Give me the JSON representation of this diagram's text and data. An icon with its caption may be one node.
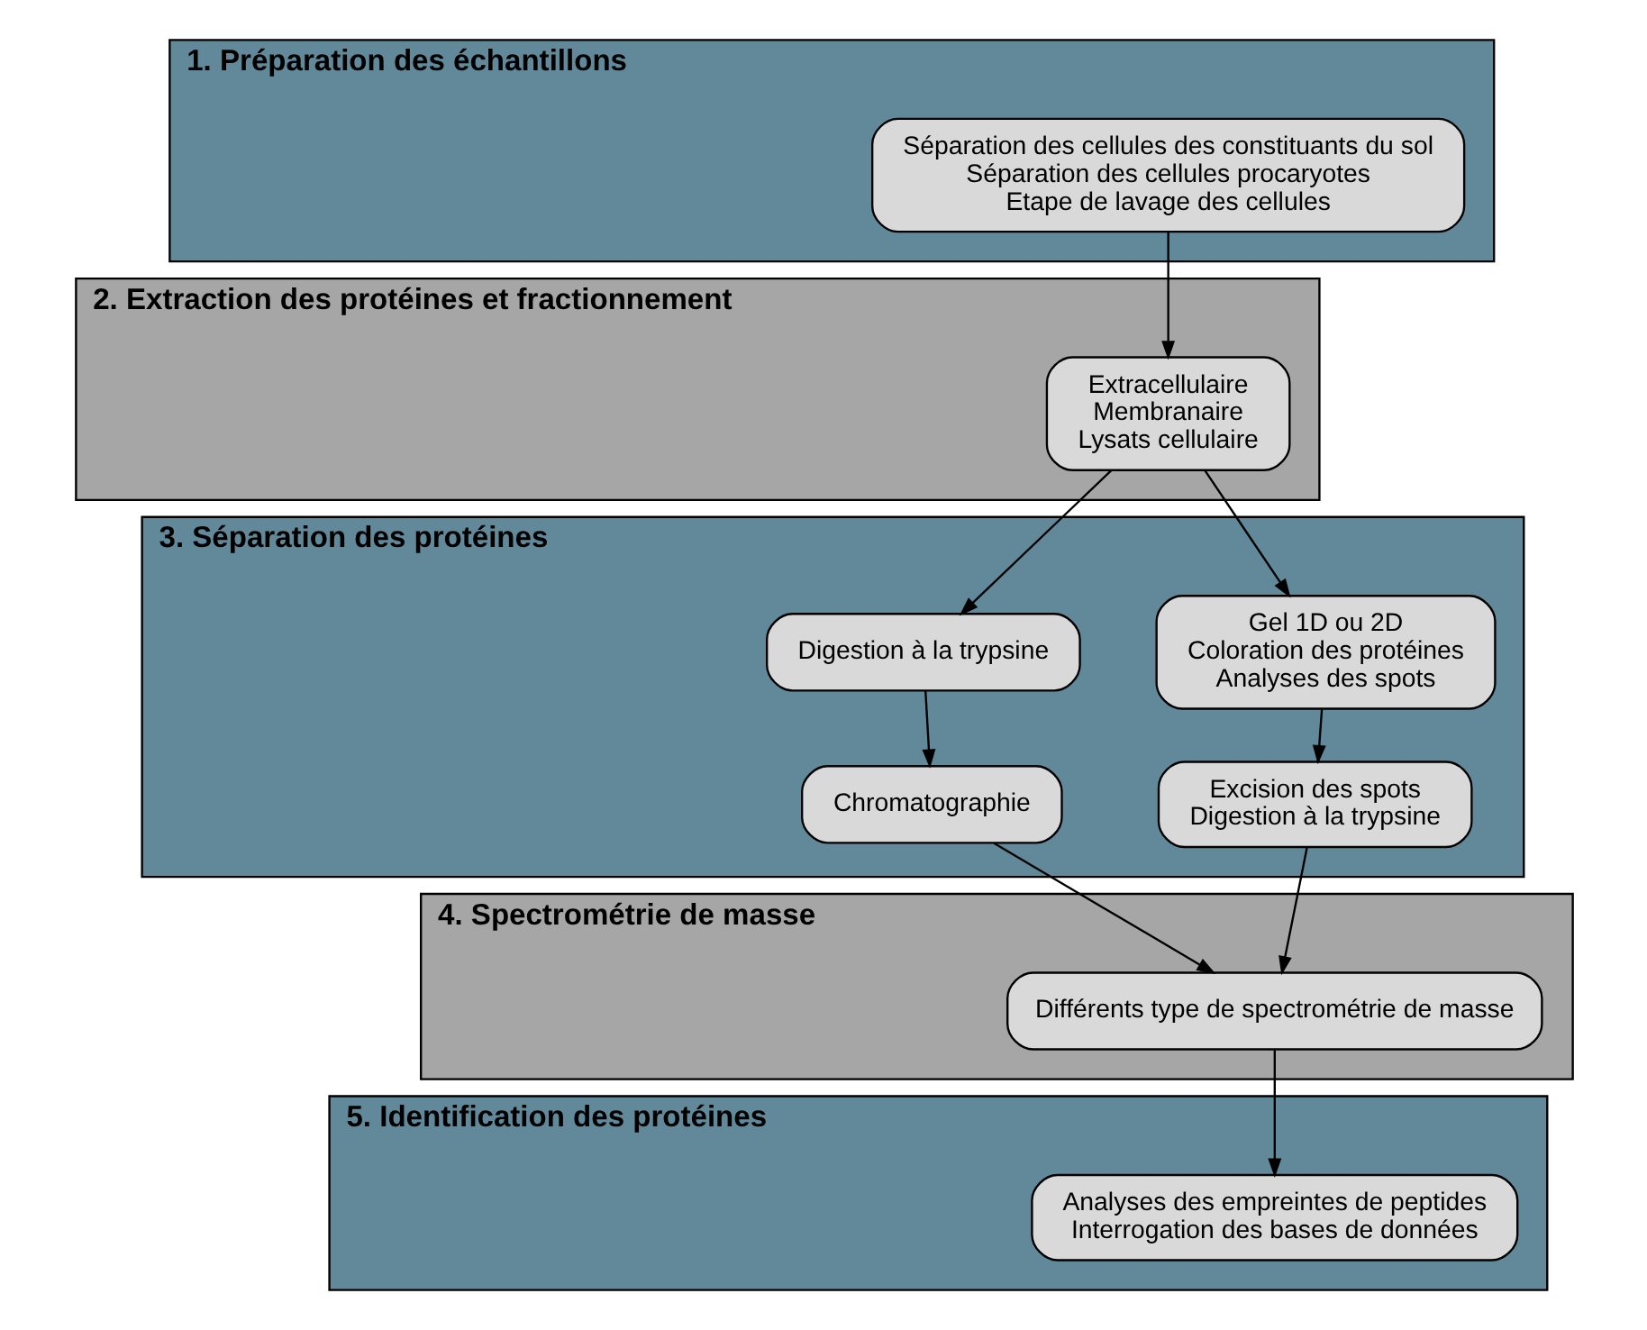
{
  "diagram": {
    "nodes": [
      {
        "text": [
          "1. Préparation des échantillons"
        ]
      },
      {
        "text": [
          "Séparation des cellules des constituants du sol",
          "Séparation des cellules procaryotes",
          "Etape de lavage des cellules"
        ],
        "in": 0
      },
      {
        "text": [
          "2. Extraction des protéines et fractionnement"
        ]
      },
      {
        "text": [
          "Extracellulaire",
          "Membranaire",
          "Lysats cellulaire"
        ],
        "in": 2
      },
      {
        "text": [
          "3. Séparation des protéines"
        ]
      },
      {
        "text": [
          "Gel 1D ou 2D",
          "Coloration des protéines",
          "Analyses des spots"
        ],
        "in": 4
      },
      {
        "text": [
          "Digestion à la trypsine"
        ],
        "in": 4
      },
      {
        "text": [
          "Excision des spots",
          "Digestion à la trypsine"
        ],
        "in": 4
      },
      {
        "text": [
          "Chromatographie"
        ],
        "in": 4
      },
      {
        "text": [
          "4. Spectrométrie de masse"
        ]
      },
      {
        "text": [
          "Différents type de spectrométrie de masse"
        ],
        "in": 9
      },
      {
        "text": [
          "5. Identification des protéines"
        ]
      },
      {
        "text": [
          "Analyses des empreintes de peptides",
          "Interrogation des bases de données"
        ],
        "in": 11
      }
    ],
    "edges": [
      {
        "from": 1,
        "to": 3,
        "arrow": "to"
      },
      {
        "from": 3,
        "to": 5,
        "arrow": "to"
      },
      {
        "from": 3,
        "to": 6,
        "arrow": "to"
      },
      {
        "from": 5,
        "to": 7,
        "arrow": "to"
      },
      {
        "from": 6,
        "to": 8,
        "arrow": "to"
      },
      {
        "from": 7,
        "to": 10,
        "arrow": "to"
      },
      {
        "from": 8,
        "to": 10,
        "arrow": "to"
      },
      {
        "from": 10,
        "to": 12,
        "arrow": "to"
      }
    ]
  }
}
